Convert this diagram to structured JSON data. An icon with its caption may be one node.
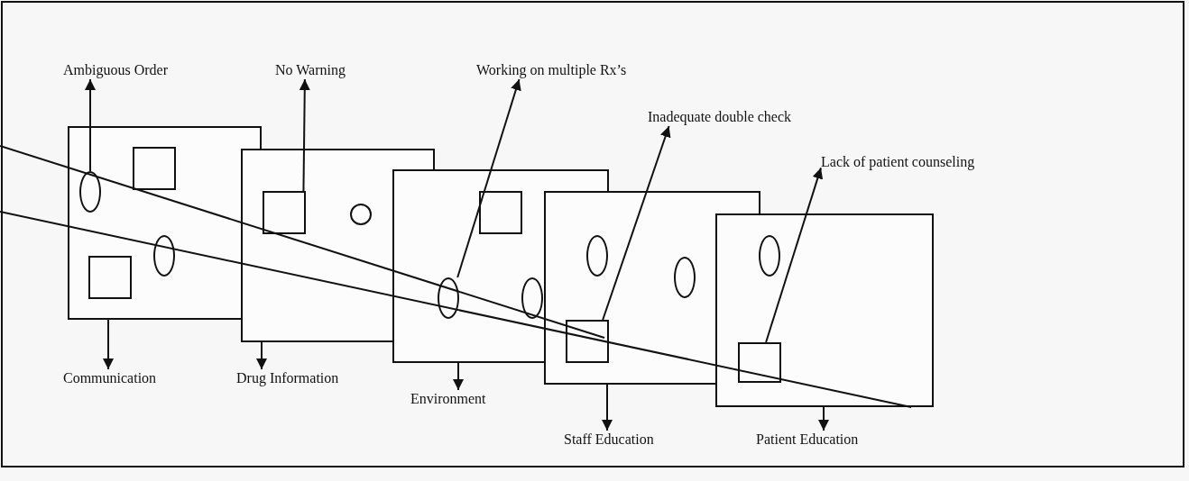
{
  "diagram": {
    "nodes": [
      {
        "text": [
          "Ambiguous Order"
        ]
      },
      {
        "text": [
          "No Warning"
        ]
      },
      {
        "text": [
          "Working on multiple Rx’s"
        ]
      },
      {
        "text": [
          "Inadequate double check"
        ]
      },
      {
        "text": [
          "Lack of patient counseling"
        ]
      },
      {
        "text": [],
        "shape": "box"
      },
      {
        "text": [],
        "shape": "box",
        "in": 5
      },
      {
        "text": [],
        "shape": "ellipse",
        "in": 5
      },
      {
        "text": [],
        "shape": "ellipse",
        "in": 5
      },
      {
        "text": [],
        "shape": "box",
        "in": 5
      },
      {
        "text": [],
        "shape": "box"
      },
      {
        "text": [],
        "shape": "box",
        "in": 10
      },
      {
        "text": [],
        "shape": "circle",
        "in": 10
      },
      {
        "text": [],
        "shape": "box"
      },
      {
        "text": [],
        "shape": "box",
        "in": 13
      },
      {
        "text": [],
        "shape": "ellipse",
        "in": 13
      },
      {
        "text": [],
        "shape": "ellipse",
        "in": 13
      },
      {
        "text": [],
        "shape": "box"
      },
      {
        "text": [],
        "shape": "ellipse"
      },
      {
        "text": [],
        "shape": "ellipse",
        "in": 17
      },
      {
        "text": [],
        "shape": "box"
      },
      {
        "text": [],
        "shape": "box"
      },
      {
        "text": [],
        "shape": "ellipse",
        "in": 21
      },
      {
        "text": [],
        "shape": "box",
        "in": 21
      },
      {
        "text": [
          "Communication"
        ]
      },
      {
        "text": [
          "Drug Information"
        ]
      },
      {
        "text": [
          "Environment"
        ]
      },
      {
        "text": [
          "Staff Education"
        ]
      },
      {
        "text": [
          "Patient Education"
        ]
      }
    ],
    "edges": [
      {
        "from": 7,
        "to": 0,
        "arrow": "to"
      },
      {
        "from": 11,
        "to": 1,
        "arrow": "to"
      },
      {
        "from": 15,
        "to": 2,
        "arrow": "to"
      },
      {
        "from": 20,
        "to": 3,
        "arrow": "to"
      },
      {
        "from": 23,
        "to": 4,
        "arrow": "to"
      },
      {
        "from": 5,
        "to": 24,
        "arrow": "to"
      },
      {
        "from": 10,
        "to": 25,
        "arrow": "to"
      },
      {
        "from": 13,
        "to": 26,
        "arrow": "to"
      },
      {
        "from": 17,
        "to": 27,
        "arrow": "to"
      },
      {
        "from": 21,
        "to": 28,
        "arrow": "to"
      }
    ]
  }
}
